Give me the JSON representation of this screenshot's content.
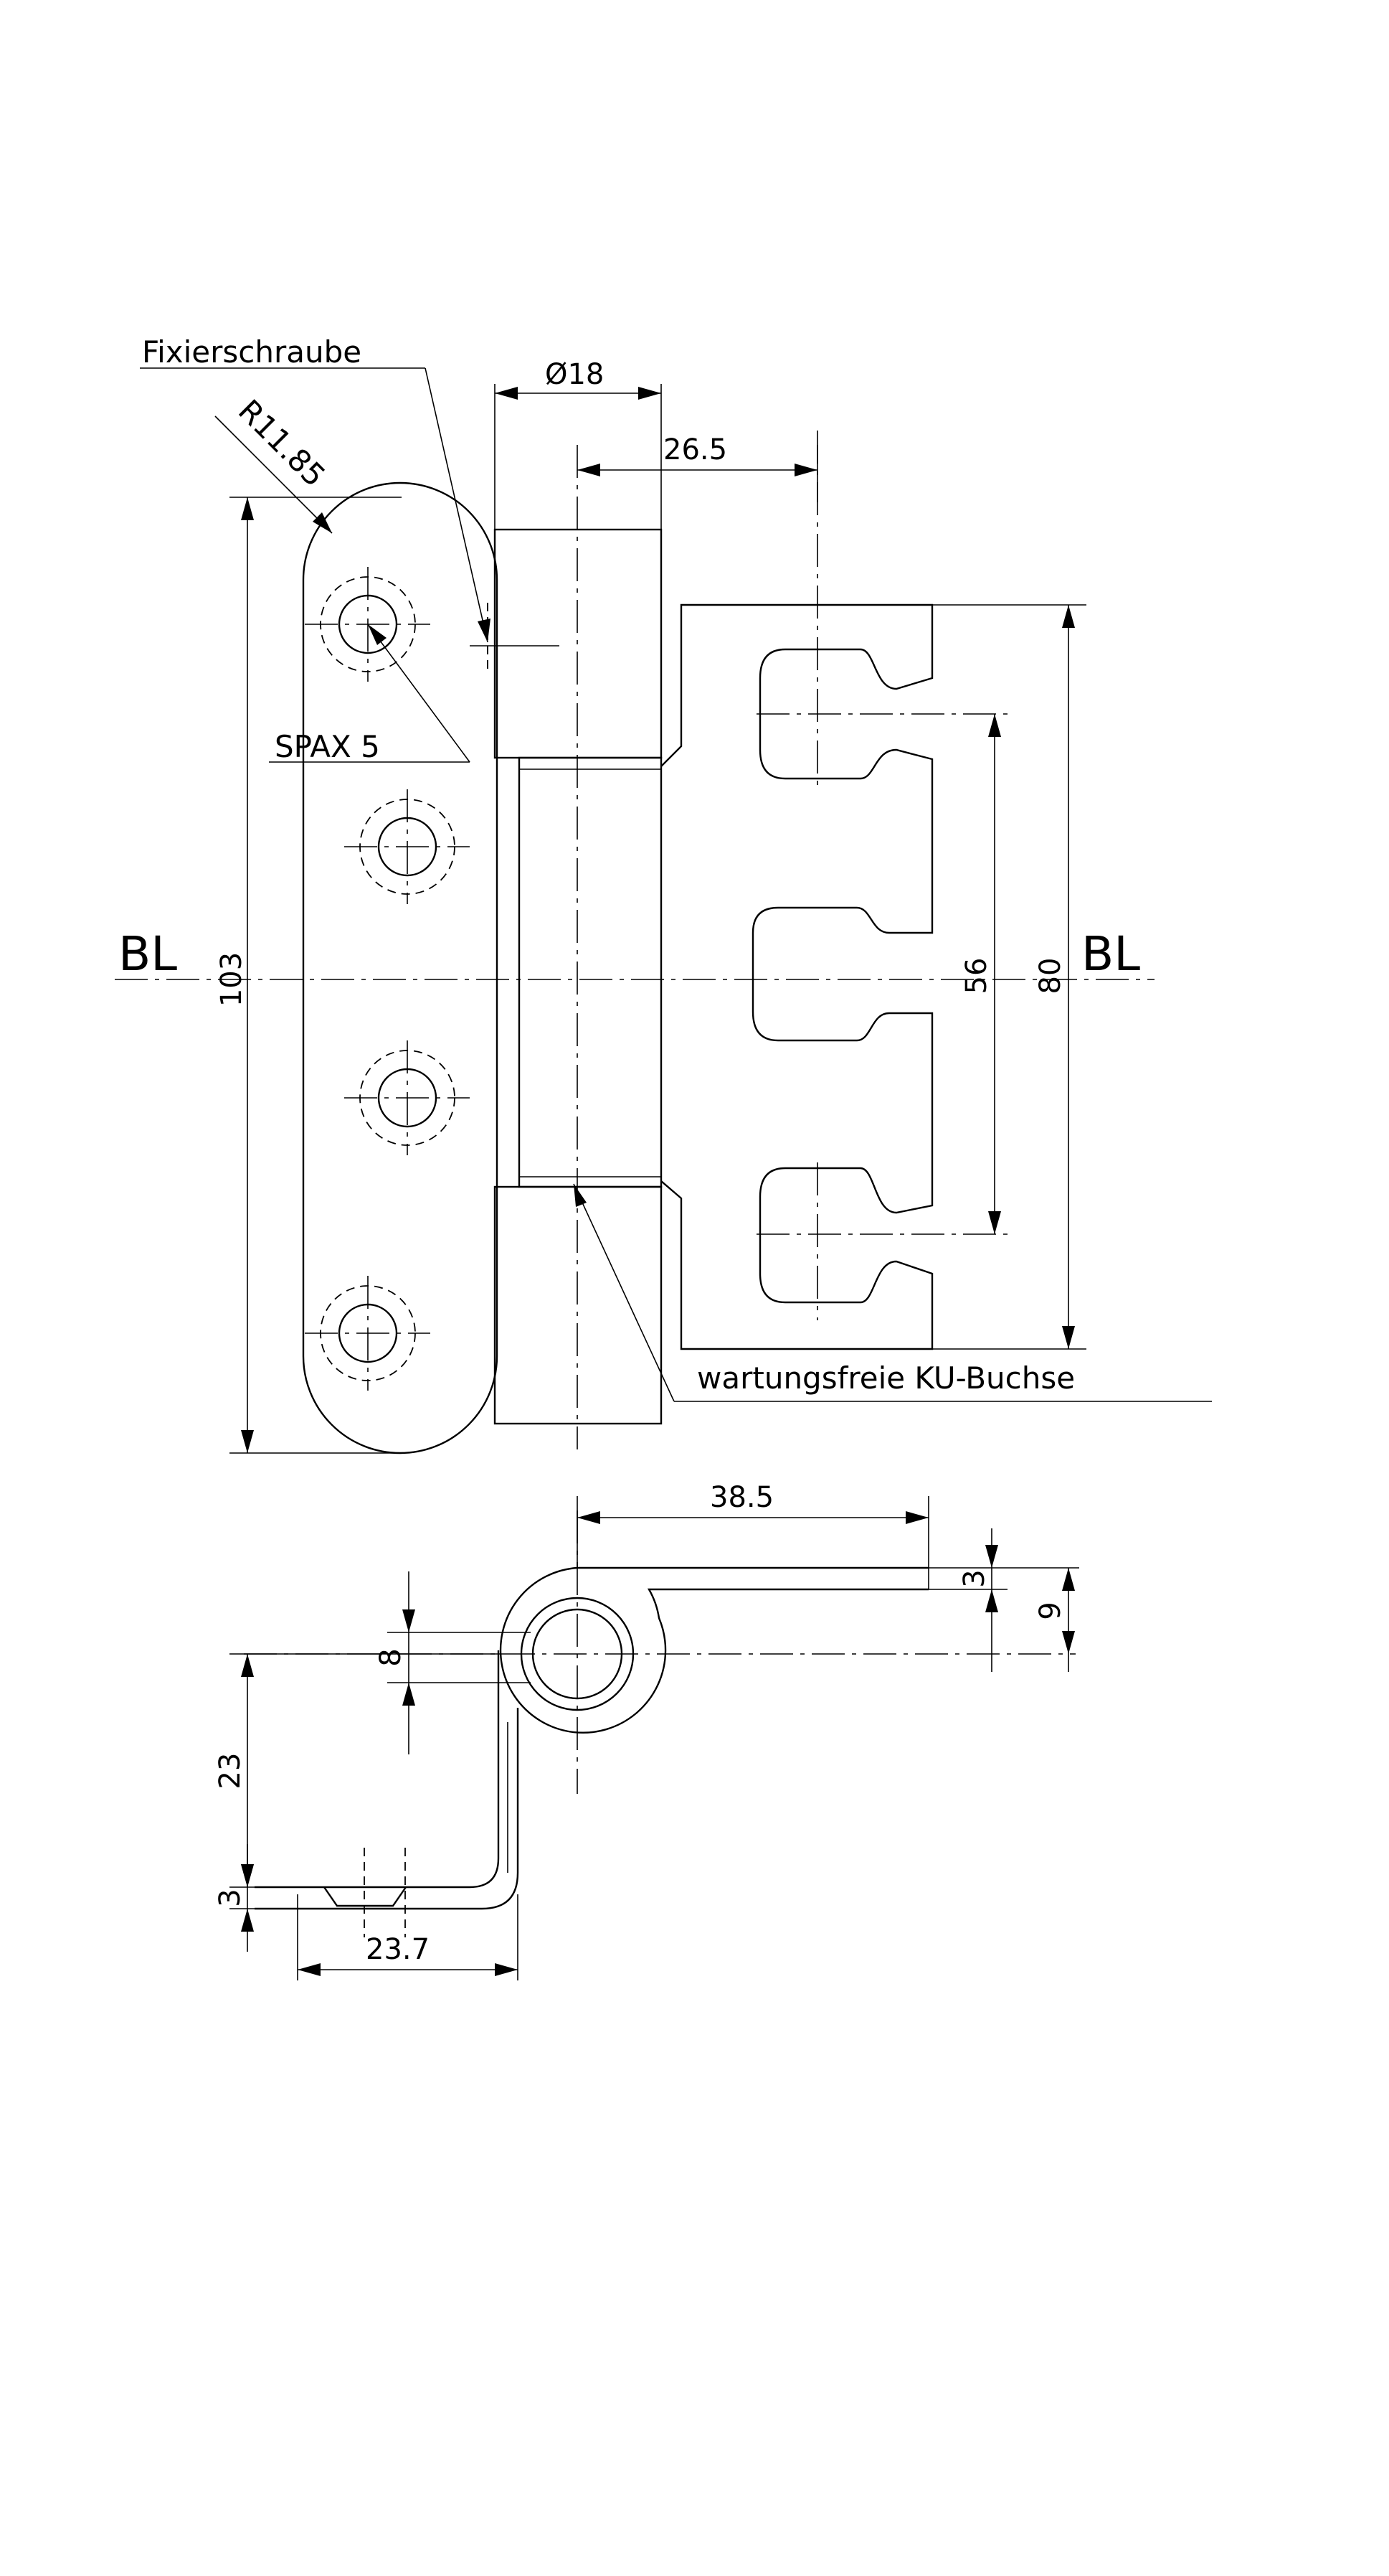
{
  "labels": {
    "fixing_screw": "Fixierschraube",
    "radius": "R11.85",
    "screw": "SPAX 5",
    "baseline_left": "BL",
    "baseline_right": "BL",
    "bushing": "wartungsfreie KU-Buchse"
  },
  "dimensions": {
    "diameter": "Ø18",
    "offset_26_5": "26.5",
    "height_103": "103",
    "spacing_56": "56",
    "height_80": "80",
    "width_38_5": "38.5",
    "thickness_3_top": "3",
    "height_9": "9",
    "diameter_8": "8",
    "offset_23": "23",
    "thickness_3_bottom": "3",
    "width_23_7": "23.7"
  }
}
